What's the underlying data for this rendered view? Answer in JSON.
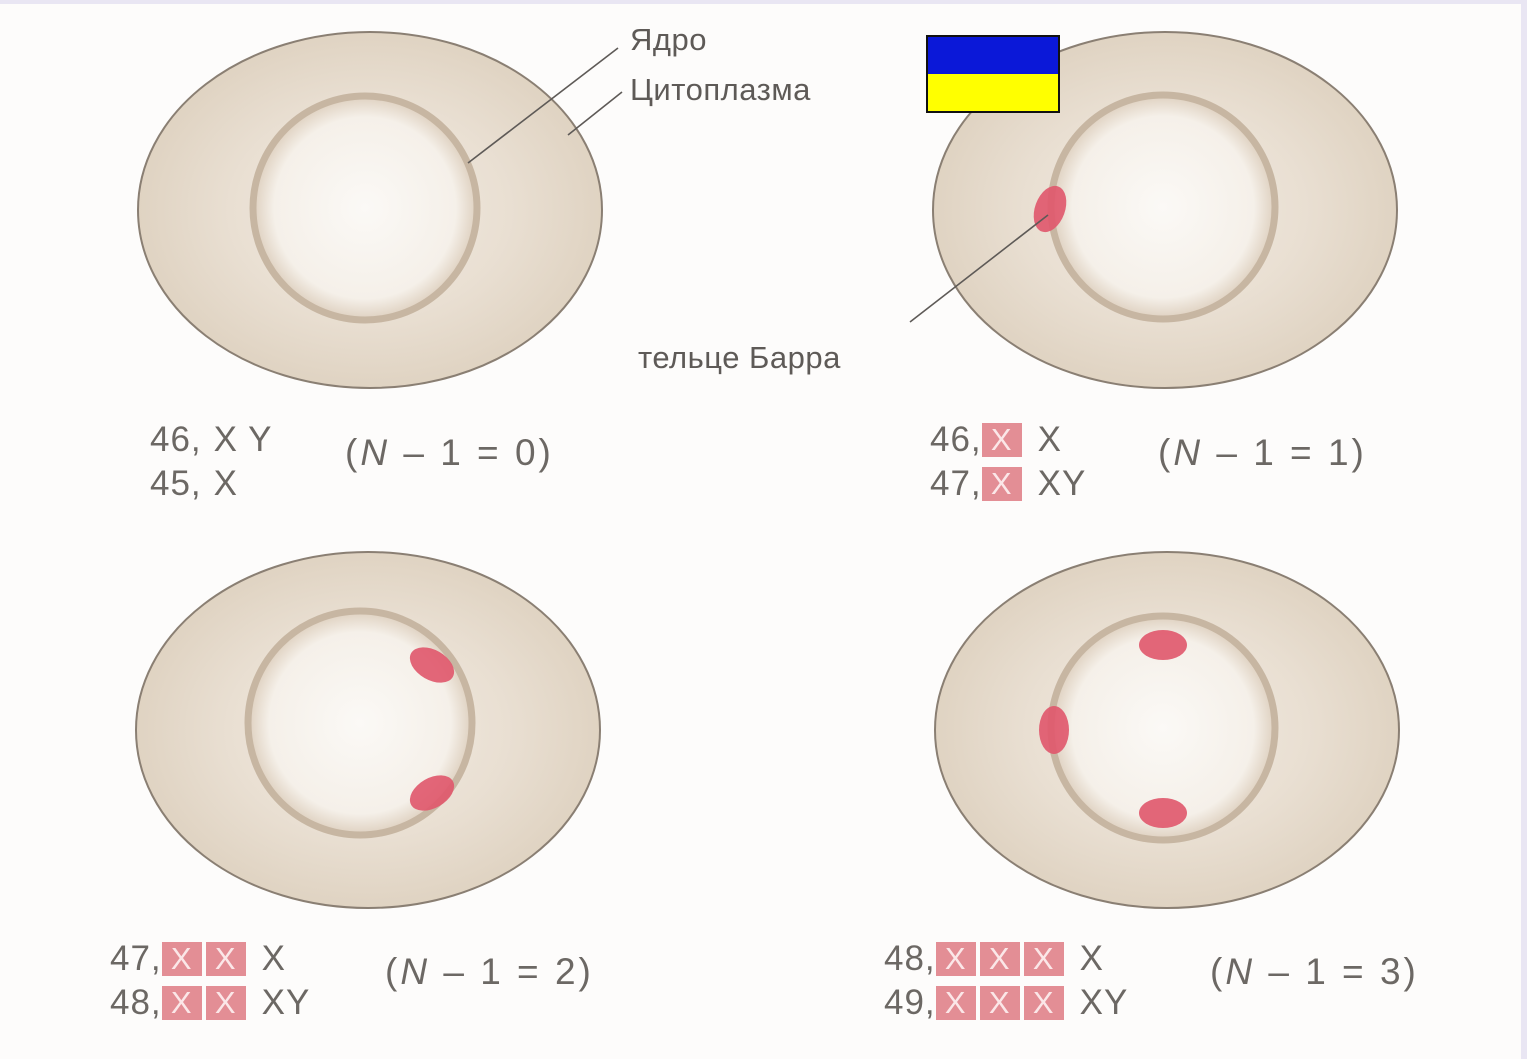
{
  "labels": {
    "nucleus": "Ядро",
    "cytoplasm": "Цитоплазма",
    "barr_body": "тельце Барра"
  },
  "cells": [
    {
      "barr_bodies": 0,
      "karyotypes": [
        {
          "number": "46,",
          "boxed": [],
          "rest": "X Y"
        },
        {
          "number": "45,",
          "boxed": [],
          "rest": "X"
        }
      ],
      "formula": {
        "open": "(",
        "var": "N",
        "expr": " – 1 = 0)"
      }
    },
    {
      "barr_bodies": 1,
      "karyotypes": [
        {
          "number": "46,",
          "boxed": [
            "X"
          ],
          "rest": "X"
        },
        {
          "number": "47,",
          "boxed": [
            "X"
          ],
          "rest": "XY"
        }
      ],
      "formula": {
        "open": "(",
        "var": "N",
        "expr": " – 1 = 1)"
      }
    },
    {
      "barr_bodies": 2,
      "karyotypes": [
        {
          "number": "47,",
          "boxed": [
            "X",
            "X"
          ],
          "rest": "X"
        },
        {
          "number": "48,",
          "boxed": [
            "X",
            "X"
          ],
          "rest": "XY"
        }
      ],
      "formula": {
        "open": "(",
        "var": "N",
        "expr": " – 1 = 2)"
      }
    },
    {
      "barr_bodies": 3,
      "karyotypes": [
        {
          "number": "48,",
          "boxed": [
            "X",
            "X",
            "X"
          ],
          "rest": "X"
        },
        {
          "number": "49,",
          "boxed": [
            "X",
            "X",
            "X"
          ],
          "rest": "XY"
        }
      ],
      "formula": {
        "open": "(",
        "var": "N",
        "expr": " – 1 = 3)"
      }
    }
  ],
  "colors": {
    "cell_fill": "#e6dacb",
    "cell_outline": "#8a7f73",
    "nucleus_fill": "#f8f5f0",
    "nucleus_rim": "#c7b6a2",
    "barr_body": "#e0566b",
    "box_fill": "#e38e95",
    "flag_top": "#0b18d8",
    "flag_bottom": "#ffff00"
  }
}
